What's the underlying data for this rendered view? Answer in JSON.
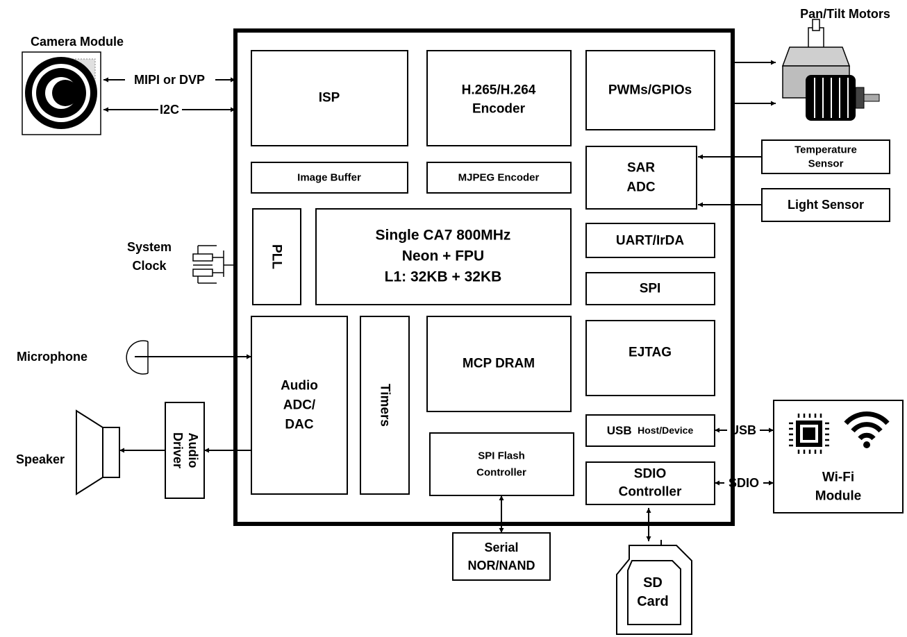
{
  "soc_blocks": {
    "isp": "ISP",
    "encoder_line1": "H.265/H.264",
    "encoder_line2": "Encoder",
    "pwm_gpio": "PWMs/GPIOs",
    "image_buffer": "Image Buffer",
    "mjpeg": "MJPEG Encoder",
    "sar_adc_line1": "SAR",
    "sar_adc_line2": "ADC",
    "pll": "PLL",
    "cpu_line1": "Single CA7 800MHz",
    "cpu_line2": "Neon + FPU",
    "cpu_line3": "L1: 32KB + 32KB",
    "uart": "UART/IrDA",
    "spi": "SPI",
    "audio_line1": "Audio",
    "audio_line2": "ADC/",
    "audio_line3": "DAC",
    "timers": "Timers",
    "mcp_dram": "MCP DRAM",
    "ejtag": "EJTAG",
    "usb_main": "USB",
    "usb_sub": "Host/Device",
    "spi_flash_line1": "SPI Flash",
    "spi_flash_line2": "Controller",
    "sdio_line1": "SDIO",
    "sdio_line2": "Controller"
  },
  "external": {
    "camera_module": "Camera Module",
    "pan_tilt_motors": "Pan/Tilt Motors",
    "temp_sensor_line1": "Temperature",
    "temp_sensor_line2": "Sensor",
    "light_sensor": "Light Sensor",
    "system_clock_line1": "System",
    "system_clock_line2": "Clock",
    "microphone": "Microphone",
    "speaker": "Speaker",
    "audio_driver_line1": "Audio",
    "audio_driver_line2": "Driver",
    "serial_flash_line1": "Serial",
    "serial_flash_line2": "NOR/NAND",
    "sd_card_line1": "SD",
    "sd_card_line2": "Card",
    "wifi_line1": "Wi-Fi",
    "wifi_line2": "Module"
  },
  "links": {
    "mipi_dvp": "MIPI or DVP",
    "i2c": "I2C",
    "usb": "USB",
    "sdio": "SDIO"
  }
}
